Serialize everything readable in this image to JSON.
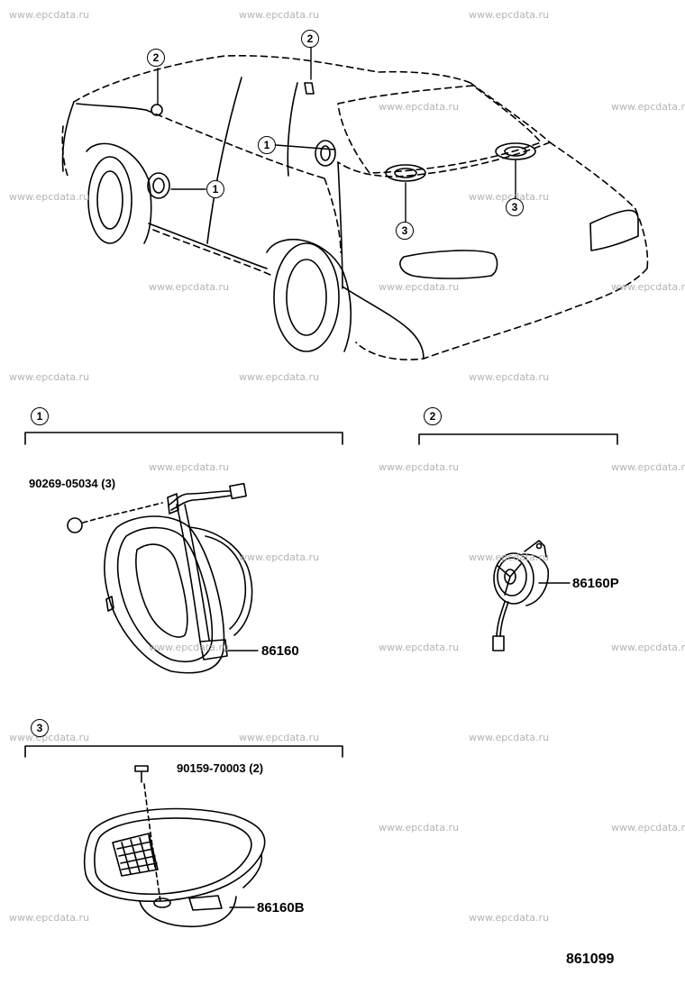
{
  "watermark": "www.epcdata.ru",
  "watermarks": [
    {
      "id": "wm-1"
    },
    {
      "id": "wm-2"
    },
    {
      "id": "wm-3"
    },
    {
      "id": "wm-4"
    },
    {
      "id": "wm-5"
    },
    {
      "id": "wm-6"
    },
    {
      "id": "wm-7"
    },
    {
      "id": "wm-8"
    },
    {
      "id": "wm-9"
    },
    {
      "id": "wm-10"
    },
    {
      "id": "wm-11"
    },
    {
      "id": "wm-12"
    },
    {
      "id": "wm-13"
    },
    {
      "id": "wm-14"
    },
    {
      "id": "wm-15"
    },
    {
      "id": "wm-16"
    },
    {
      "id": "wm-17"
    },
    {
      "id": "wm-18"
    },
    {
      "id": "wm-19"
    },
    {
      "id": "wm-20"
    },
    {
      "id": "wm-21"
    },
    {
      "id": "wm-22"
    }
  ],
  "callouts": {
    "one": "1",
    "two": "2",
    "three": "3"
  },
  "sections": {
    "front_door_speaker": {
      "ref": "1",
      "screw_part": "90269-05034 (3)",
      "speaker_part": "86160"
    },
    "tweeter": {
      "ref": "2",
      "part": "86160P"
    },
    "rear_speaker": {
      "ref": "3",
      "screw_part": "90159-70003 (2)",
      "speaker_part": "86160B"
    }
  },
  "diagram_code": "861099"
}
